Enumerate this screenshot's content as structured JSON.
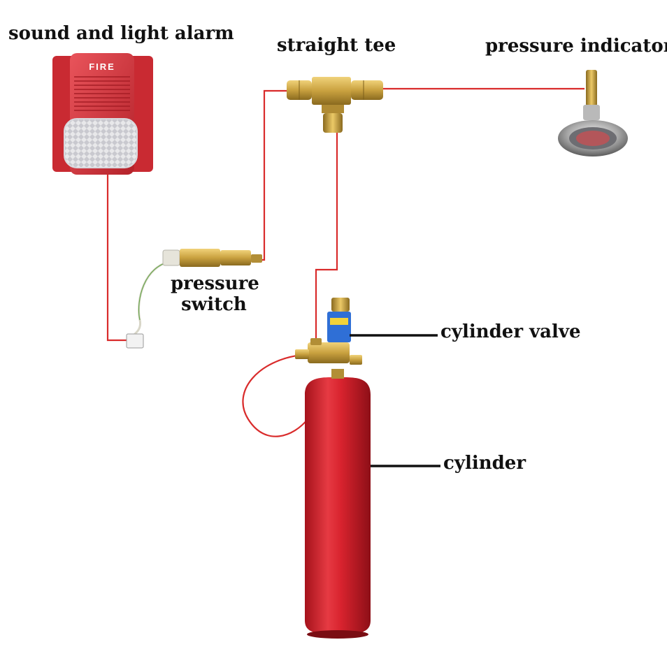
{
  "labels": {
    "alarm": "sound and light alarm",
    "tee": "straight tee",
    "indicator": "pressure indicator",
    "switch_line1": "pressure",
    "switch_line2": "switch",
    "valve": "cylinder valve",
    "cylinder": "cylinder"
  },
  "alarm_face_text": "FIRE",
  "colors": {
    "wire": "#d92b2b",
    "cylinder": "#d8232e",
    "alarm_body": "#d7343c",
    "brass": "#c9a13f",
    "leader": "#111111"
  }
}
